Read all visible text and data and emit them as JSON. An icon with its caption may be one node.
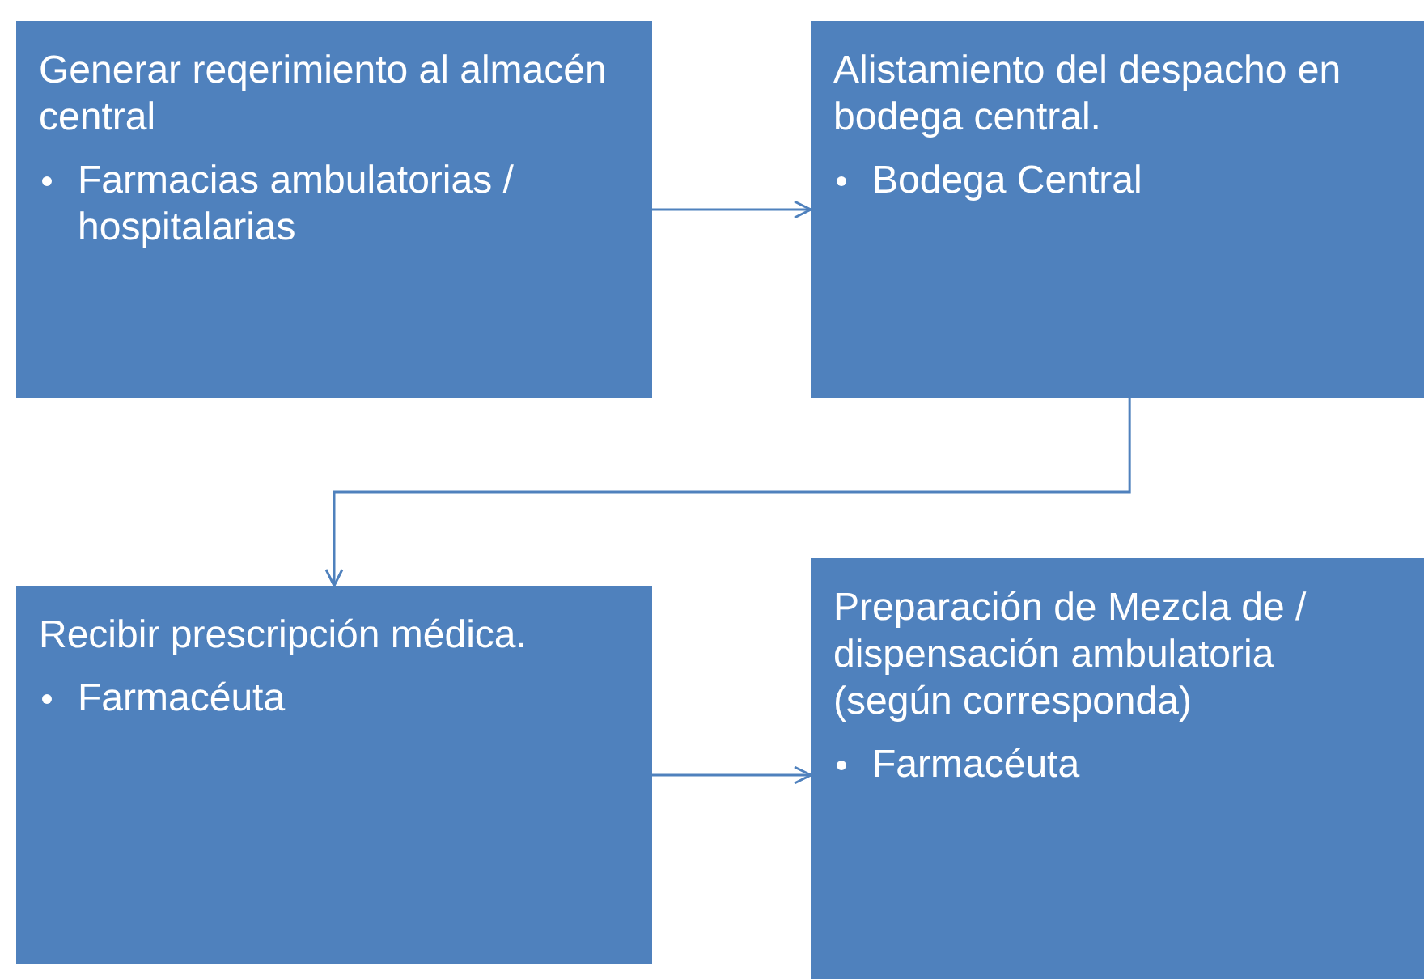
{
  "diagram": {
    "nodes": [
      {
        "text": [
          "Generar reqerimiento al almacén central",
          "Farmacias ambulatorias / hospitalarias"
        ]
      },
      {
        "text": [
          "Alistamiento del despacho en bodega central.",
          "Bodega Central"
        ]
      },
      {
        "text": [
          "Recibir prescripción médica.",
          "Farmacéuta"
        ]
      },
      {
        "text": [
          "Preparación de Mezcla de / dispensación ambulatoria (según corresponda)",
          "Farmacéuta"
        ]
      }
    ],
    "edges": [
      {
        "from": 0,
        "to": 1,
        "arrow": "to"
      },
      {
        "from": 1,
        "to": 2,
        "arrow": "to"
      },
      {
        "from": 2,
        "to": 3,
        "arrow": "to"
      }
    ]
  }
}
